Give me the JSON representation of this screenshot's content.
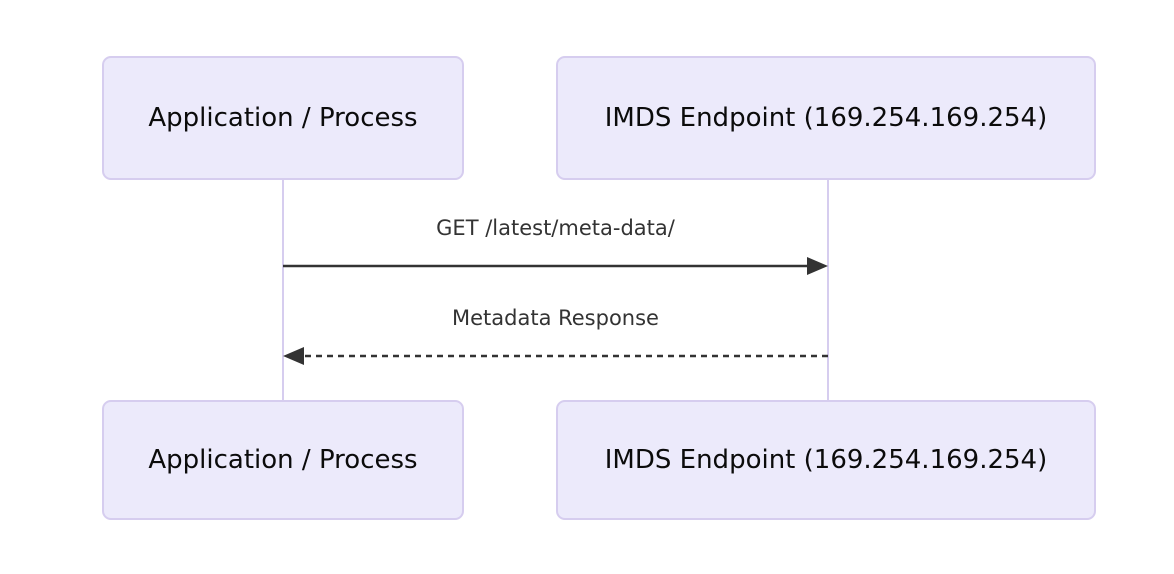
{
  "diagram": {
    "type": "sequence-diagram",
    "background_color": "#ffffff",
    "participants": [
      {
        "id": "application",
        "label": "Application / Process",
        "lifeline_color": "#D6CDEF",
        "box_fill": "#ECEAFB",
        "box_border": "#D6CDEF"
      },
      {
        "id": "imds",
        "label": "IMDS Endpoint (169.254.169.254)",
        "lifeline_color": "#D6CDEF",
        "box_fill": "#ECEAFB",
        "box_border": "#D6CDEF"
      }
    ],
    "messages": [
      {
        "id": "request",
        "label": "GET /latest/meta-data/",
        "from": "application",
        "to": "imds",
        "direction": "right",
        "line_style": "solid",
        "arrow": "filled",
        "color": "#333333"
      },
      {
        "id": "response",
        "label": "Metadata Response",
        "from": "imds",
        "to": "application",
        "direction": "left",
        "line_style": "dashed",
        "arrow": "filled",
        "color": "#333333"
      }
    ]
  }
}
